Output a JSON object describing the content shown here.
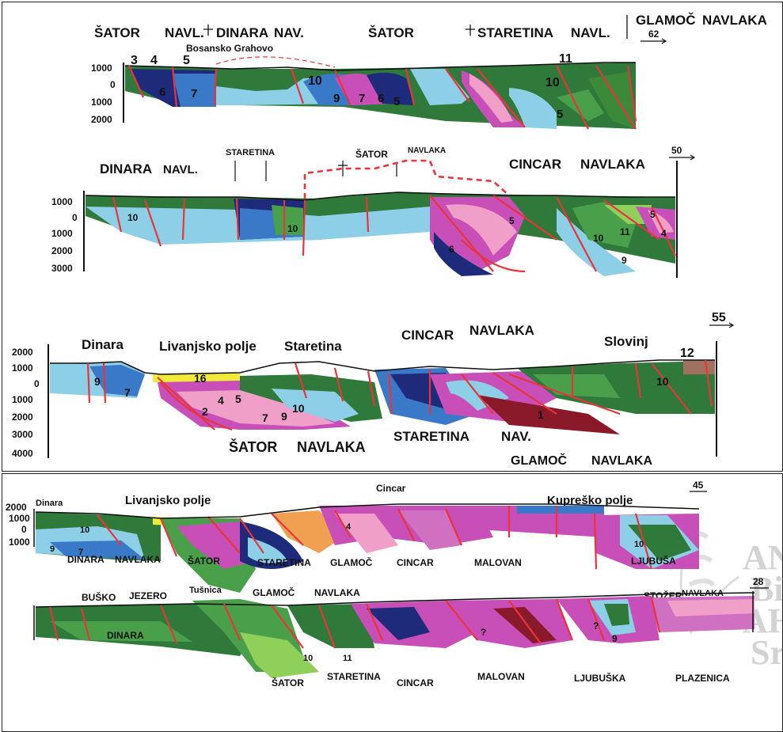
{
  "panel_top": {
    "section_1": {
      "headers": [
        "ŠATOR",
        "NAVL.",
        "DINARA",
        "NAV.",
        "ŠATOR",
        "STARETINA",
        "NAVL.",
        "GLAMOČ",
        "NAVLAKA"
      ],
      "place": "Bosansko Grahovo",
      "arrow_label": "62",
      "y_ticks": [
        "1000",
        "0",
        "1000",
        "2000"
      ],
      "unit_numbers": [
        "3",
        "4",
        "5",
        "6",
        "7",
        "10",
        "9",
        "7",
        "6",
        "5",
        "11",
        "10",
        "5"
      ]
    },
    "section_2": {
      "headers": [
        "DINARA",
        "NAVL.",
        "STARETINA",
        "ŠATOR",
        "NAVLAKA",
        "CINCAR",
        "NAVLAKA"
      ],
      "arrow_label": "50",
      "y_ticks": [
        "1000",
        "0",
        "1000",
        "2000",
        "3000"
      ],
      "unit_numbers": [
        "10",
        "10",
        "6",
        "5",
        "5",
        "11",
        "10",
        "9",
        "4"
      ]
    },
    "section_3": {
      "headers": [
        "Dinara",
        "Livanjsko polje",
        "Staretina",
        "CINCAR",
        "NAVLAKA",
        "Slovinj",
        "ŠATOR",
        "NAVLAKA",
        "STARETINA",
        "NAV.",
        "GLAMOČ",
        "NAVLAKA"
      ],
      "arrow_label": "55",
      "y_ticks": [
        "2000",
        "1000",
        "0",
        "1000",
        "2000",
        "3000",
        "4000"
      ],
      "unit_numbers": [
        "9",
        "7",
        "16",
        "2",
        "4",
        "5",
        "7",
        "9",
        "10",
        "1",
        "12",
        "10"
      ]
    }
  },
  "panel_bottom": {
    "section_4": {
      "headers": [
        "Dinara",
        "Livanjsko polje",
        "Cincar",
        "Kupreško polje"
      ],
      "bottom_labels": [
        "DINARA",
        "NAVLAKA",
        "ŠATOR",
        "STARETINA",
        "GLAMOČ",
        "CINCAR",
        "MALOVAN",
        "LJUBUŠA"
      ],
      "arrow_label": "45",
      "y_ticks": [
        "2000",
        "1000",
        "0",
        "1000"
      ],
      "unit_numbers": [
        "10",
        "9",
        "7",
        "4",
        "10"
      ]
    },
    "section_5": {
      "headers": [
        "BUŠKO",
        "JEZERO",
        "Tušnica",
        "GLAMOČ",
        "NAVLAKA",
        "STOŽER",
        "NAVLAKA"
      ],
      "bottom_labels": [
        "DINARA",
        "ŠATOR",
        "STARETINA",
        "CINCAR",
        "MALOVAN",
        "LJUBUŠKA",
        "PLAZENICA"
      ],
      "arrow_label": "28",
      "unit_numbers": [
        "10",
        "11",
        "9",
        "?",
        "?"
      ]
    },
    "watermark": [
      "AN",
      "Bi",
      "AH",
      "Sr"
    ]
  },
  "colors": {
    "dark_green": "#2f7a3a",
    "mid_green": "#4aa04a",
    "light_green": "#8fd05a",
    "light_blue": "#8ecfe8",
    "blue": "#3a78c8",
    "navy": "#1e2a7a",
    "magenta": "#c84fb8",
    "pink": "#f0a0c8",
    "yellow": "#f2ea3a",
    "maroon": "#8a1a2a",
    "fault_red": "#e8343a"
  }
}
